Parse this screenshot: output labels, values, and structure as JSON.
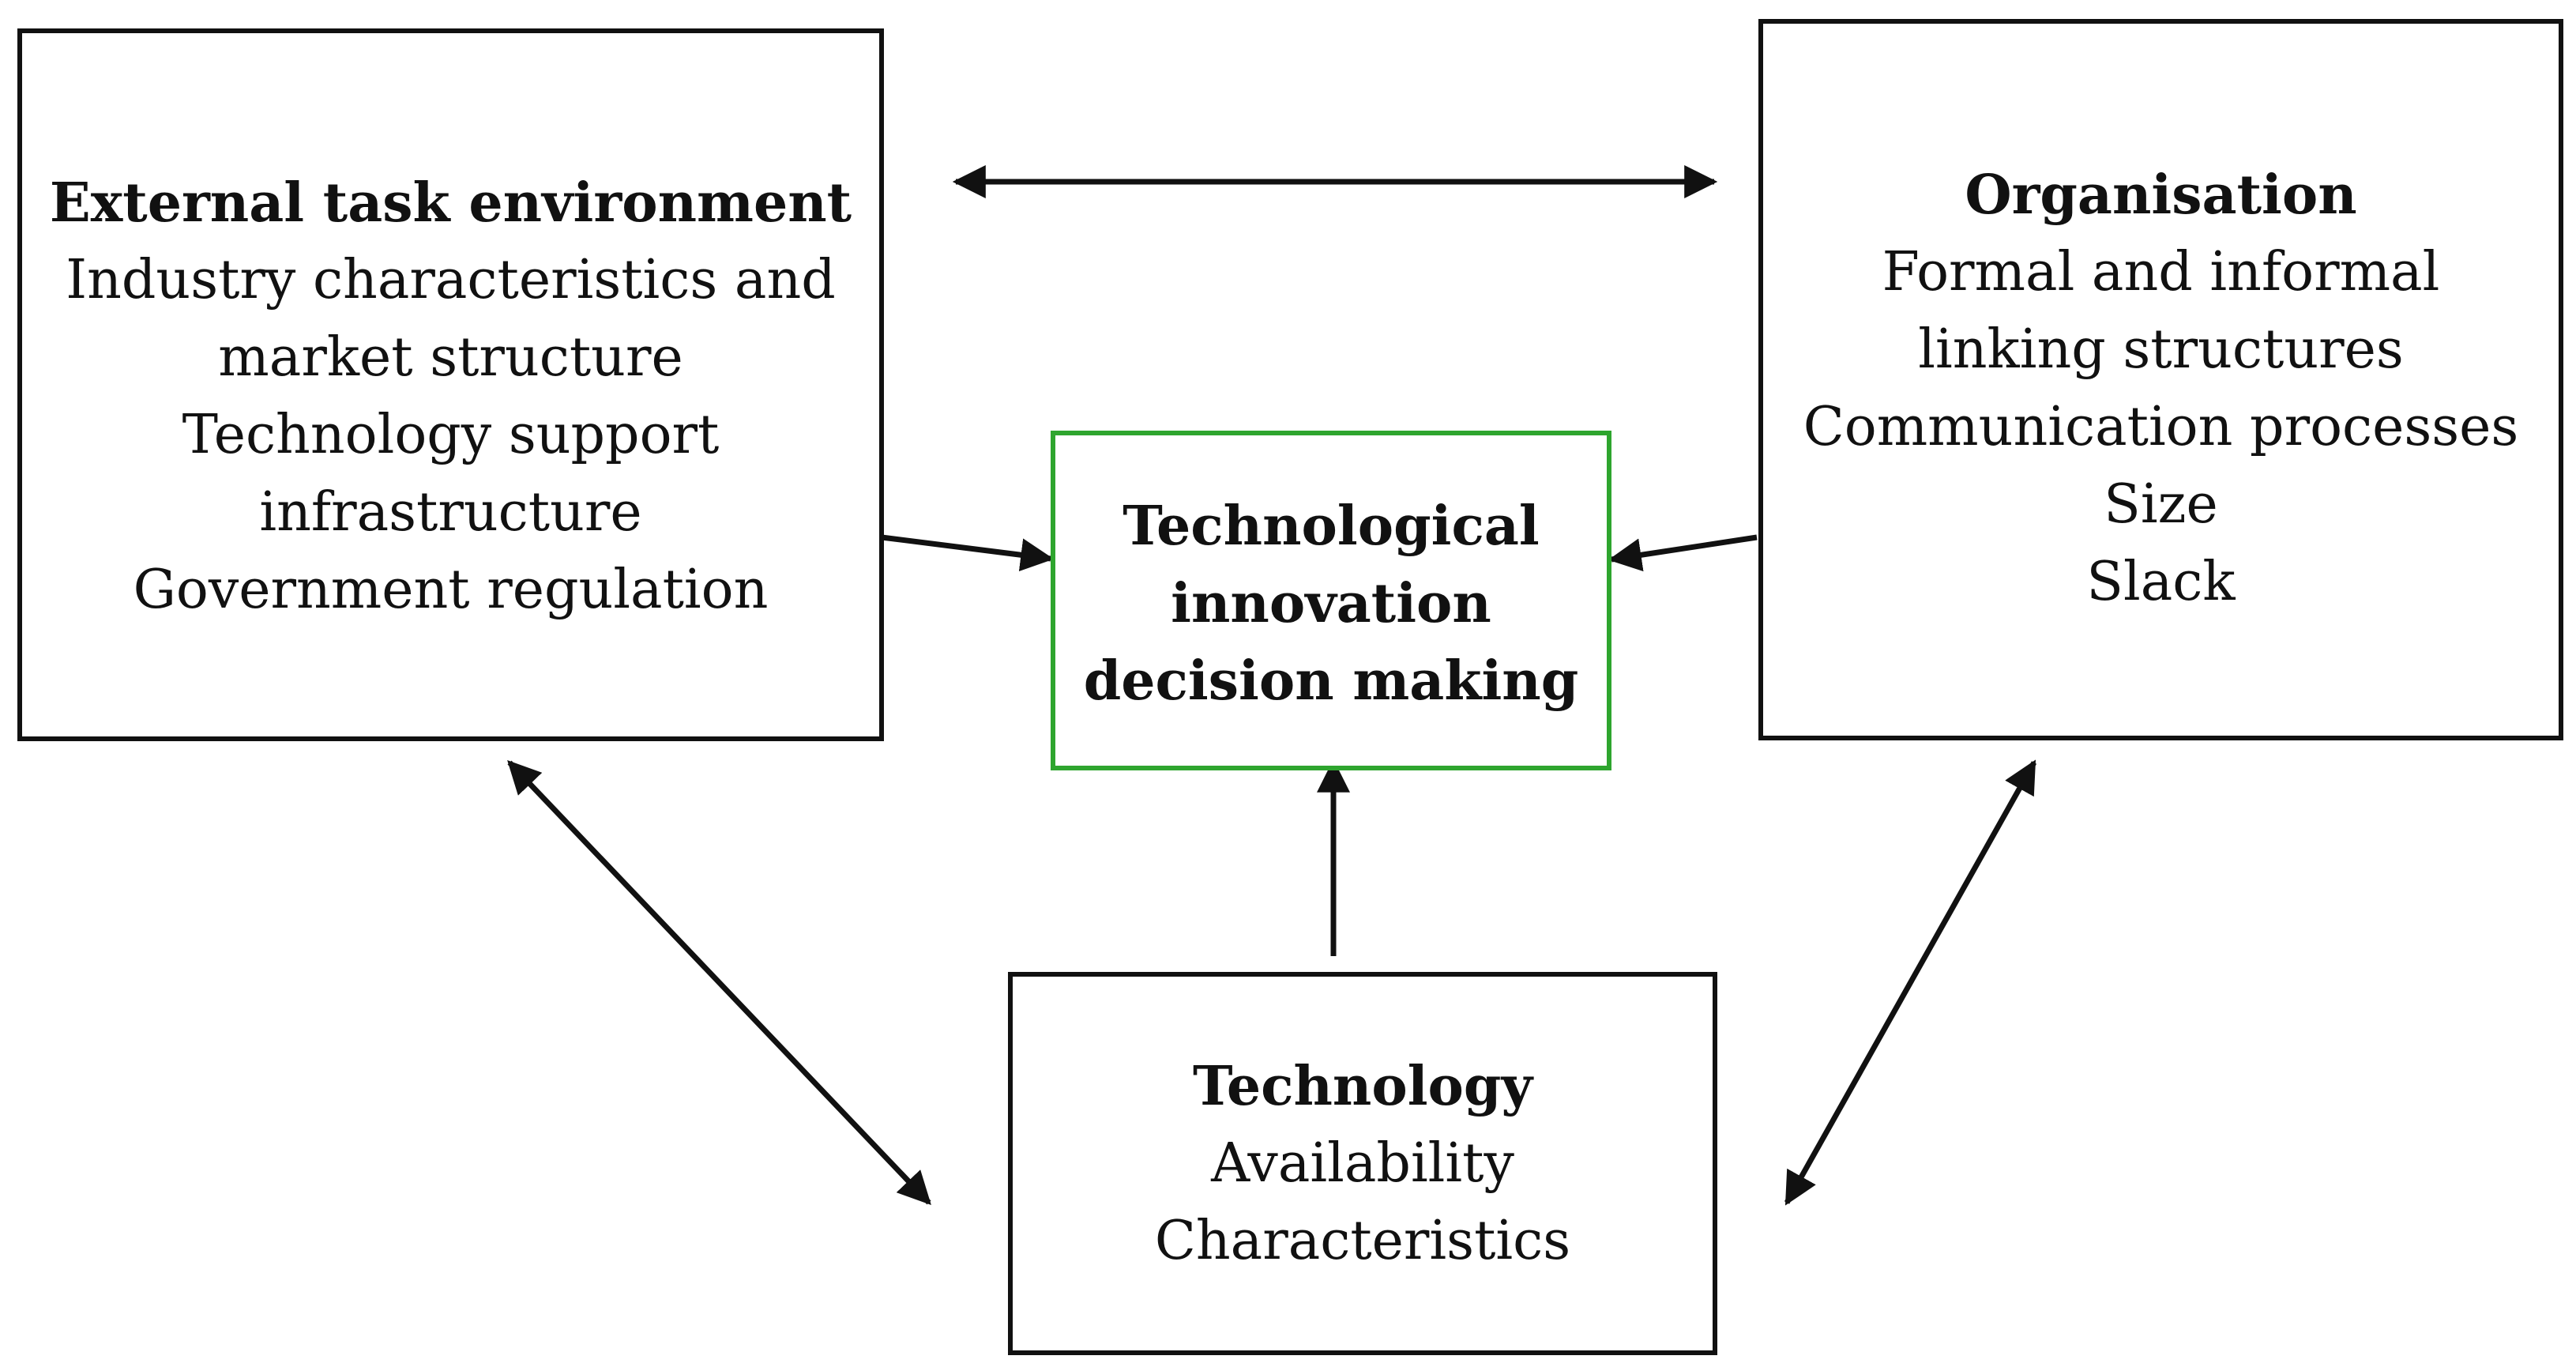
{
  "boxes": {
    "external": {
      "title": "External task environment",
      "lines": [
        "Industry characteristics and",
        "market structure",
        "Technology support",
        "infrastructure",
        "Government regulation"
      ]
    },
    "organisation": {
      "title": "Organisation",
      "lines": [
        "Formal and informal",
        "linking structures",
        "Communication processes",
        "Size",
        "Slack"
      ]
    },
    "center": {
      "lines": [
        "Technological",
        "innovation",
        "decision making"
      ],
      "border_color": "#2ea52e"
    },
    "technology": {
      "title": "Technology",
      "lines": [
        "Availability",
        "Characteristics"
      ]
    }
  },
  "arrows": [
    {
      "name": "external-organisation-arrow",
      "from": "external",
      "to": "organisation",
      "bidirectional": true
    },
    {
      "name": "external-center-arrow",
      "from": "external",
      "to": "center",
      "bidirectional": false
    },
    {
      "name": "organisation-center-arrow",
      "from": "organisation",
      "to": "center",
      "bidirectional": false
    },
    {
      "name": "technology-center-arrow",
      "from": "technology",
      "to": "center",
      "bidirectional": false
    },
    {
      "name": "external-technology-arrow",
      "from": "external",
      "to": "technology",
      "bidirectional": true
    },
    {
      "name": "organisation-technology-arrow",
      "from": "organisation",
      "to": "technology",
      "bidirectional": true
    }
  ]
}
